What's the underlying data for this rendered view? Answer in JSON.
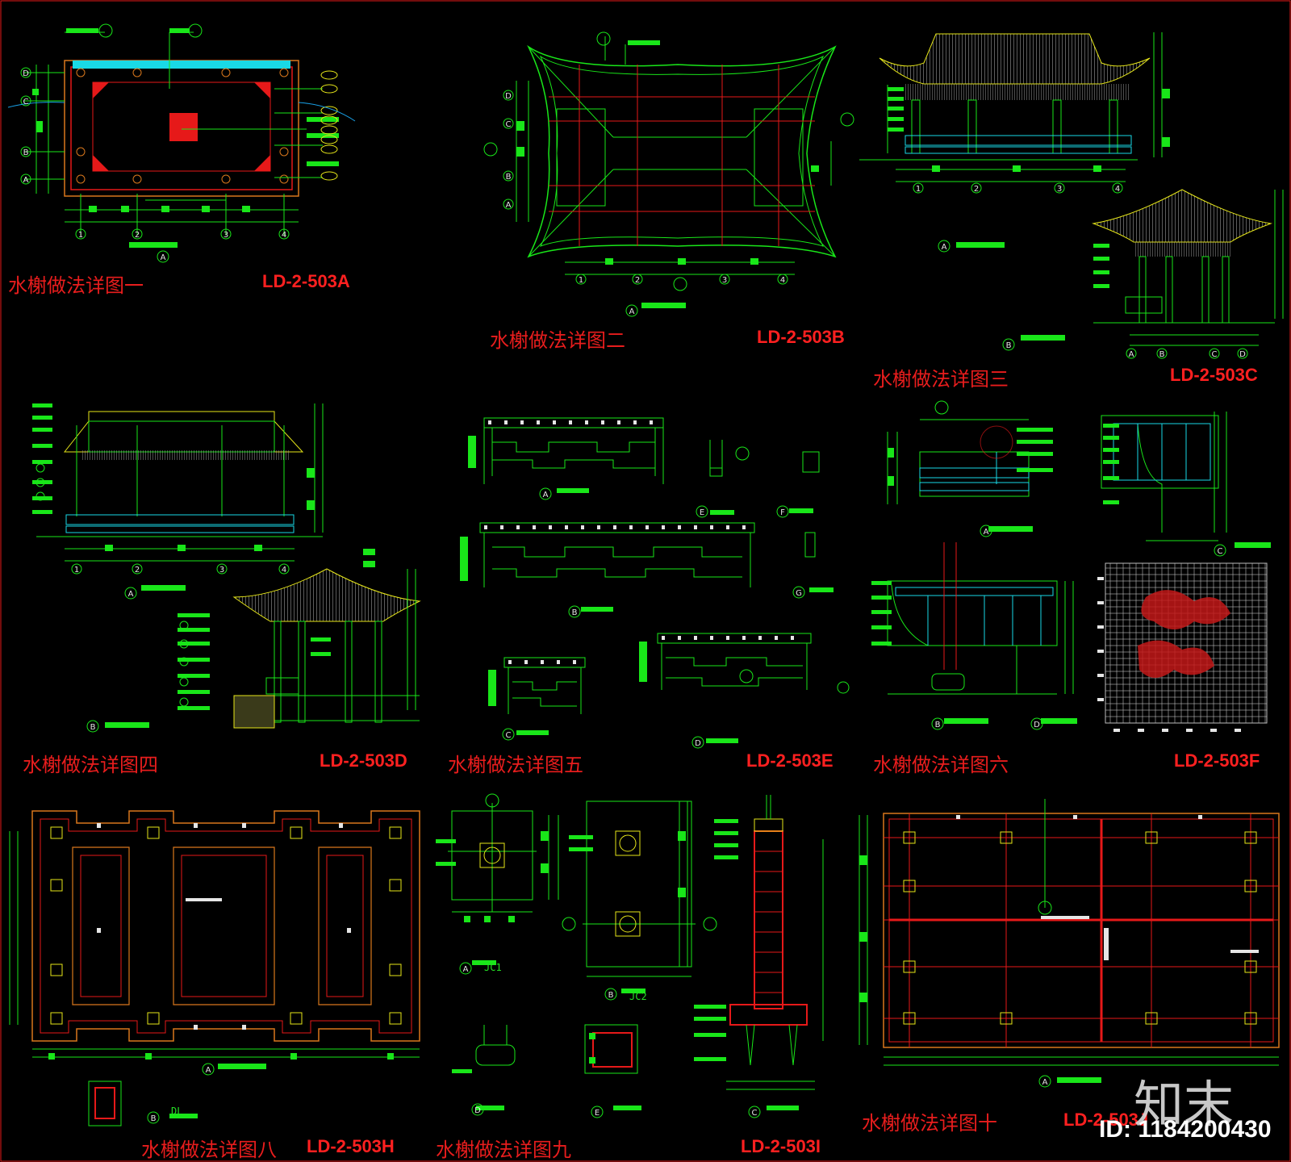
{
  "titles": [
    {
      "text": "水榭做法详图一",
      "code": "LD-2-503A"
    },
    {
      "text": "水榭做法详图二",
      "code": "LD-2-503B"
    },
    {
      "text": "水榭做法详图三",
      "code": "LD-2-503C"
    },
    {
      "text": "水榭做法详图四",
      "code": "LD-2-503D"
    },
    {
      "text": "水榭做法详图五",
      "code": "LD-2-503E"
    },
    {
      "text": "水榭做法详图六",
      "code": "LD-2-503F"
    },
    {
      "text": "水榭做法详图八",
      "code": "LD-2-503H"
    },
    {
      "text": "水榭做法详图九",
      "code": "LD-2-503I"
    },
    {
      "text": "水榭做法详图十",
      "code": "LD-2-503J"
    }
  ],
  "labels": {
    "jc1": "JC1",
    "jc2": "JC2",
    "dl": "DL",
    "grid_1": "1",
    "grid_2": "2",
    "grid_3": "3",
    "grid_4": "4",
    "grid_a": "A",
    "grid_b": "B",
    "grid_c": "C",
    "grid_d": "D",
    "grid_e": "E",
    "grid_f": "F",
    "grid_g": "G"
  },
  "watermark": {
    "logo": "知末",
    "id": "ID: 1184200430"
  },
  "colors": {
    "background": "#000000",
    "line_green": "#19e619",
    "line_red": "#e61919",
    "line_cyan": "#19d9e6",
    "line_yellow": "#e6e619",
    "line_orange": "#d9771c",
    "text_red": "#e81d1d"
  }
}
